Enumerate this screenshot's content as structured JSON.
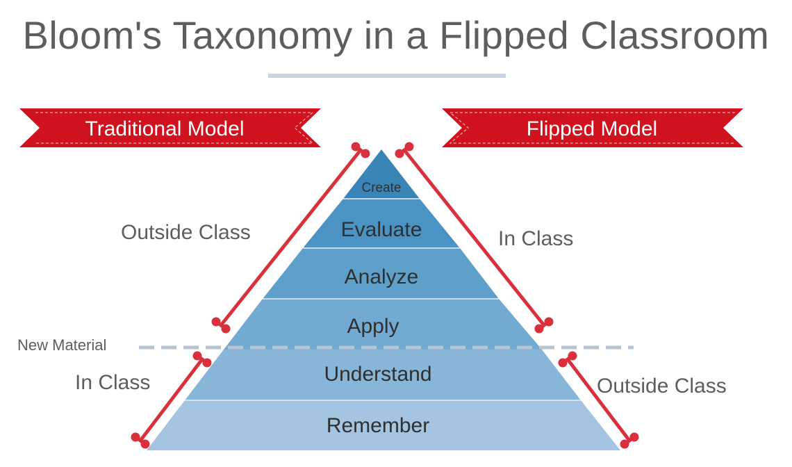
{
  "title": "Bloom's Taxonomy in a Flipped Classroom",
  "banners": {
    "traditional": "Traditional Model",
    "flipped": "Flipped Model"
  },
  "tiers": [
    "Create",
    "Evaluate",
    "Analyze",
    "Apply",
    "Understand",
    "Remember"
  ],
  "side_labels": {
    "traditional_upper": "Outside Class",
    "traditional_lower": "In Class",
    "flipped_upper": "In Class",
    "flipped_lower": "Outside Class"
  },
  "divider_label": "New Material",
  "colors": {
    "banner_red": "#d0121e",
    "bracket_red": "#d8303c",
    "tier_colors": [
      "#3a85b8",
      "#4a93c4",
      "#5fa0cb",
      "#72aad2",
      "#87b6d9",
      "#a4c4e1"
    ],
    "divider": "#b8c6d3",
    "title_text": "#5d5d5d"
  }
}
